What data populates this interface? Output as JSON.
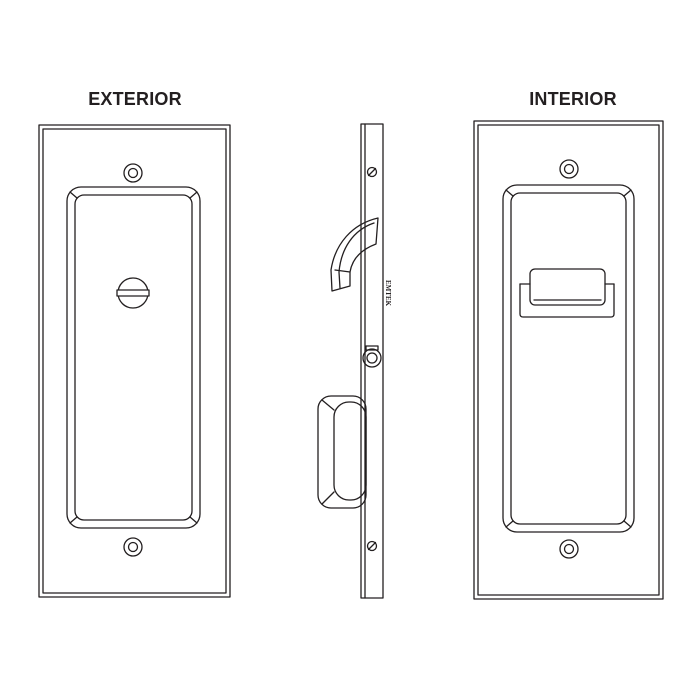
{
  "labels": {
    "exterior": "EXTERIOR",
    "interior": "INTERIOR"
  },
  "brand_stamp": "EMTEK",
  "colors": {
    "line": "#231f20",
    "background": "#ffffff"
  }
}
